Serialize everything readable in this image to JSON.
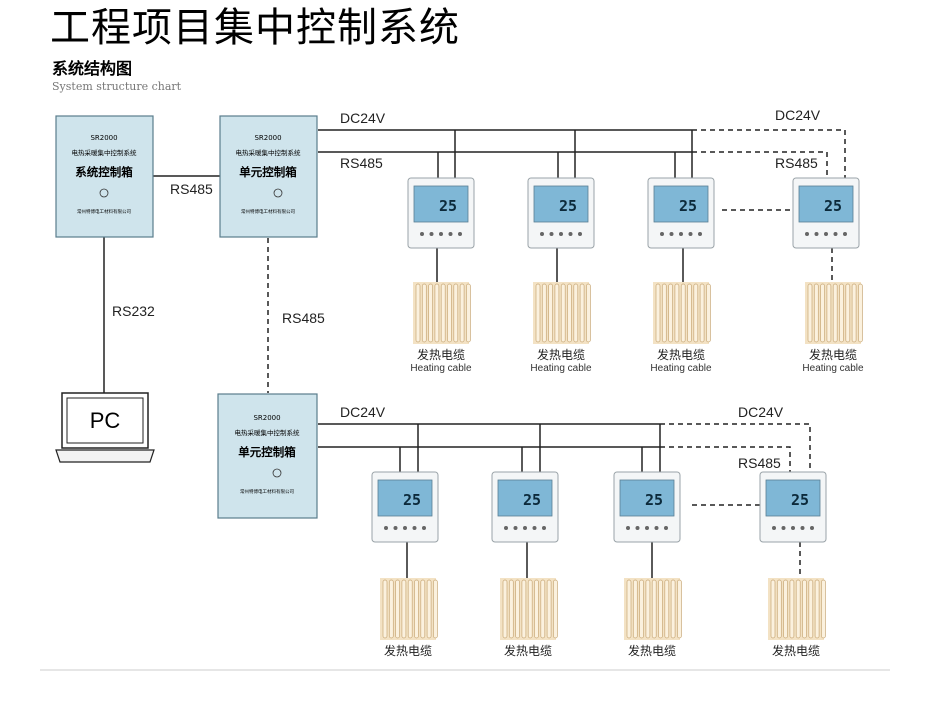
{
  "header": {
    "title": "工程项目集中控制系统",
    "subtitle_cn": "系统结构图",
    "subtitle_en": "System structure chart"
  },
  "system_box": {
    "model": "SR2000",
    "line1": "电热采暖集中控制系统",
    "name": "系统控制箱",
    "company": "常州特博电工材料有限公司"
  },
  "unit_box": {
    "model": "SR2000",
    "line1": "电热采暖集中控制系统",
    "name": "单元控制箱",
    "company": "常州特博电工材料有限公司"
  },
  "pc_label": "PC",
  "bus_labels": {
    "dc24v": "DC24V",
    "rs485": "RS485",
    "rs232": "RS232"
  },
  "thermostat_display": "25",
  "cable_cn": "发热电缆",
  "cable_en": "Heating cable",
  "colors": {
    "box_fill": "#cfe4ec",
    "line": "#222222",
    "thermostat_screen": "#7fb7d6",
    "cable_fill": "#f3e2c4",
    "cable_stroke": "#c8a877"
  }
}
